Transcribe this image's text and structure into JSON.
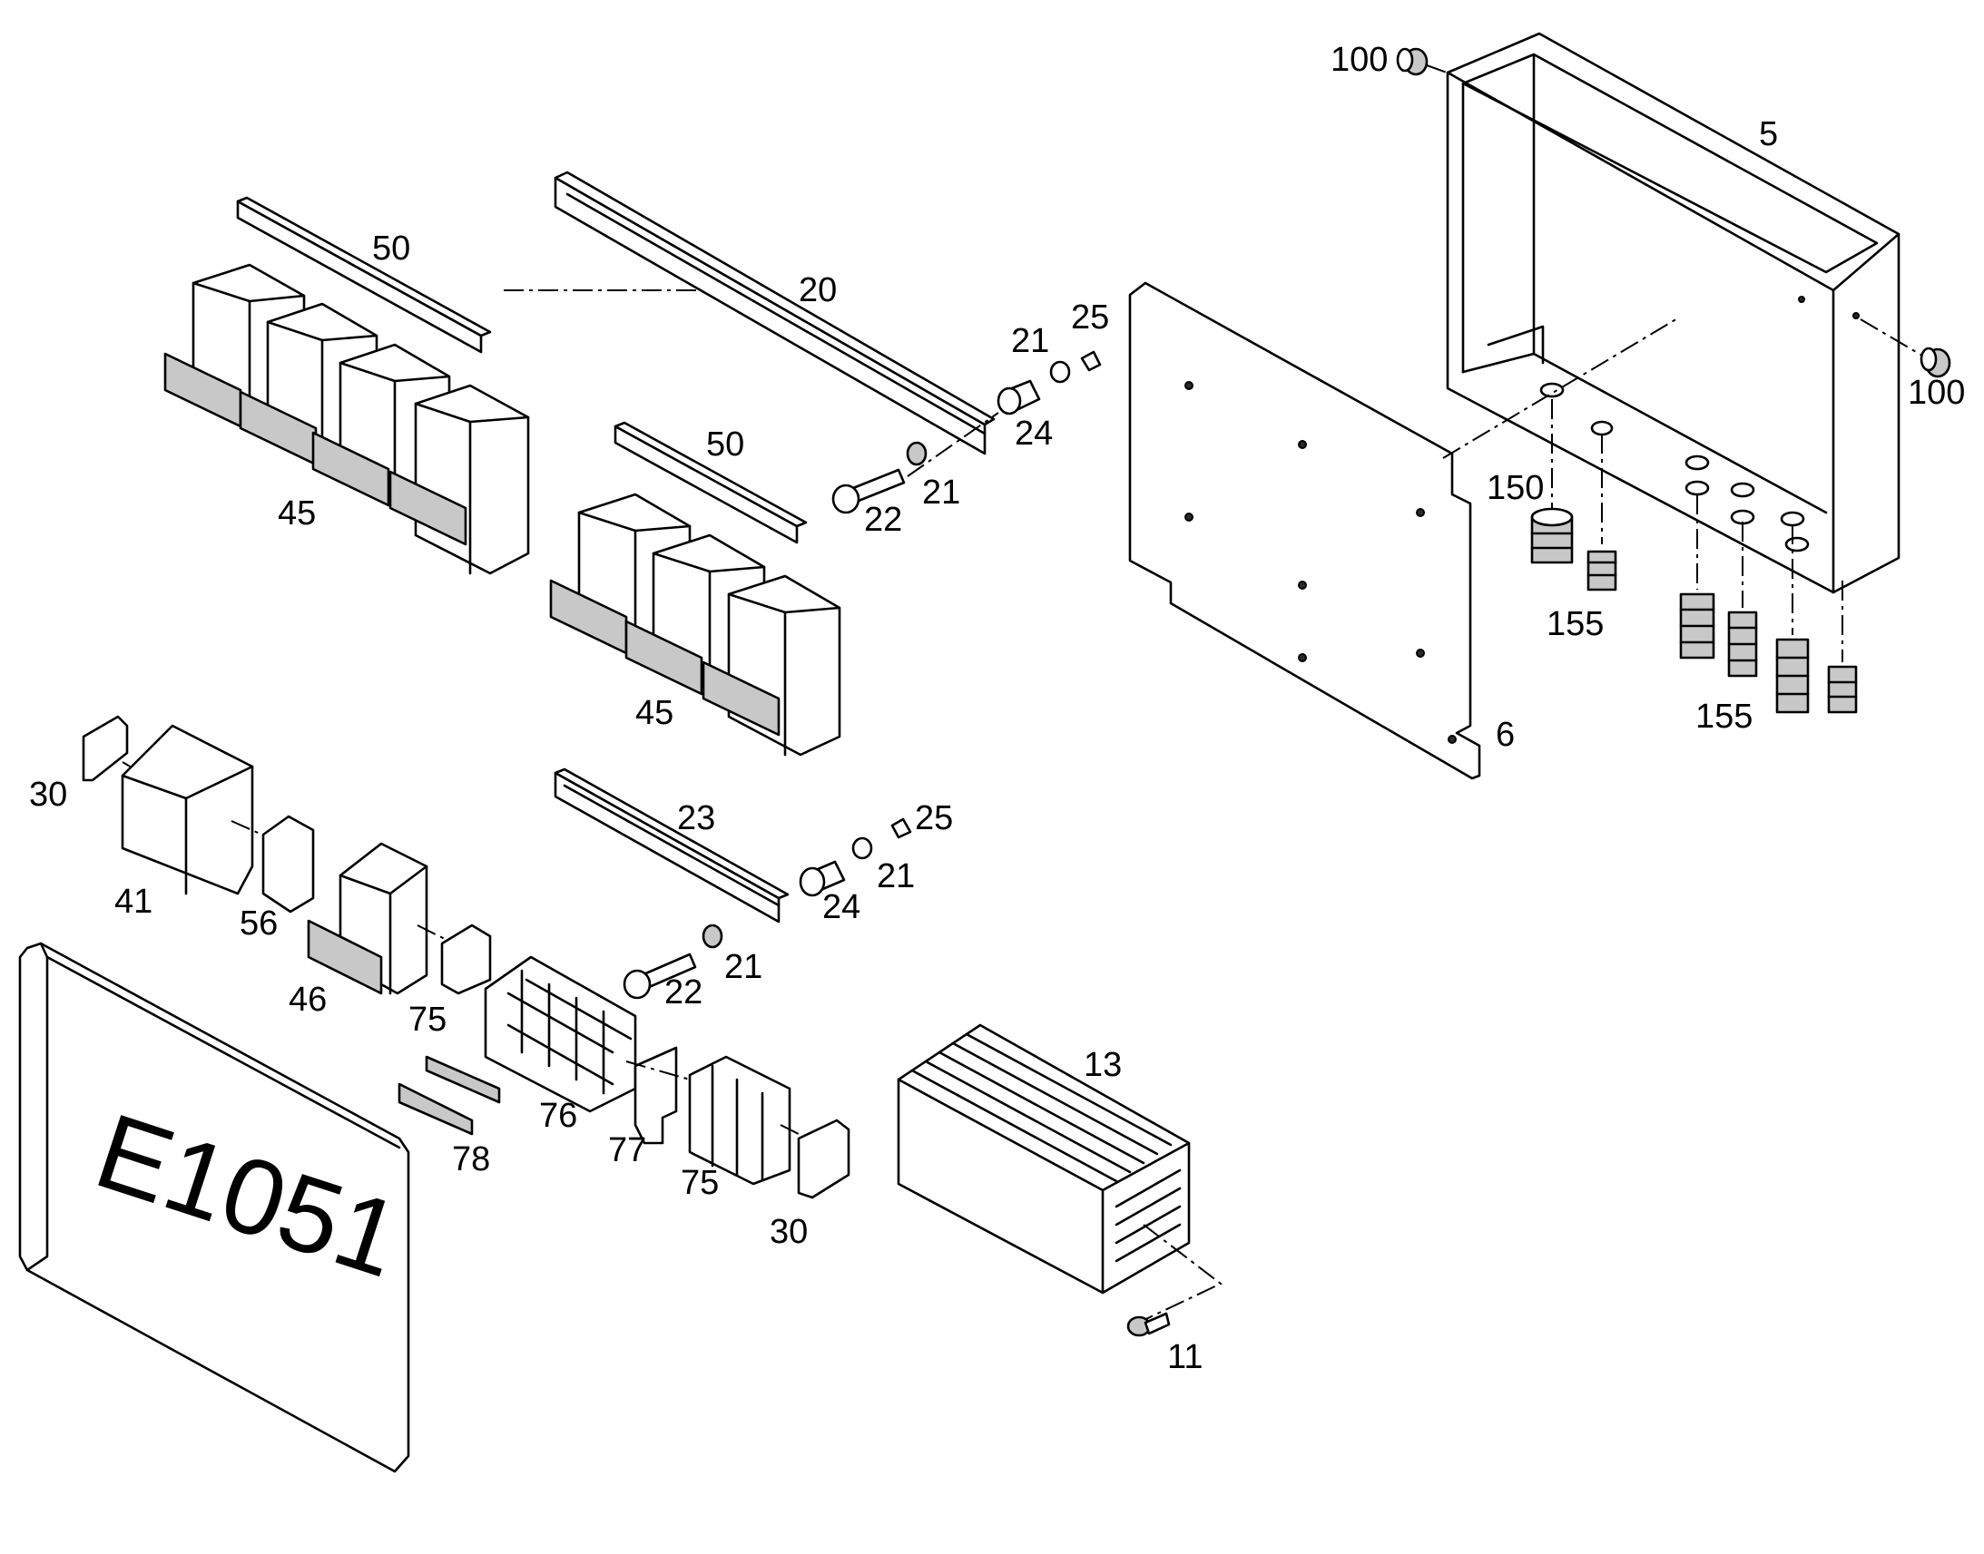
{
  "diagram": {
    "labels": {
      "p5": "5",
      "p6": "6",
      "p11": "11",
      "p13": "13",
      "p20": "20",
      "p21": "21",
      "p22": "22",
      "p23": "23",
      "p24": "24",
      "p25": "25",
      "p30": "30",
      "p41": "41",
      "p45": "45",
      "p46": "46",
      "p50": "50",
      "p56": "56",
      "p75": "75",
      "p76": "76",
      "p77": "77",
      "p78": "78",
      "p100": "100",
      "p150": "150",
      "p155": "155"
    },
    "plate_text": "E1051"
  }
}
